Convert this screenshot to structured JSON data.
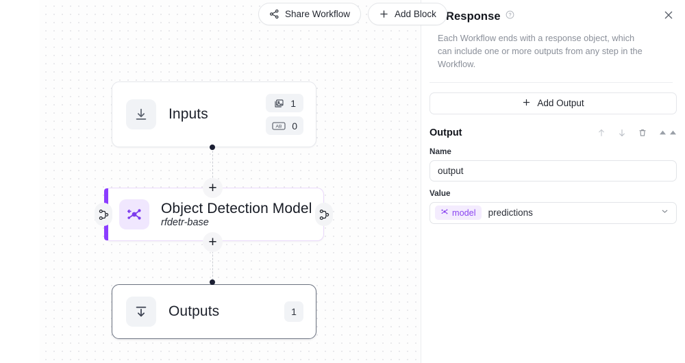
{
  "toolbar": {
    "share_workflow_label": "Share Workflow",
    "add_block_label": "Add Block"
  },
  "canvas": {
    "nodes": [
      {
        "id": "inputs",
        "title": "Inputs",
        "icon": "download-icon",
        "badges": [
          {
            "icon": "image-icon",
            "count": "1"
          },
          {
            "icon": "text-ab-icon",
            "count": "0"
          }
        ]
      },
      {
        "id": "model",
        "title": "Object Detection Model",
        "subtitle": "rfdetr-base",
        "icon": "model-graph-icon",
        "accent": "#8b3dff"
      },
      {
        "id": "outputs",
        "title": "Outputs",
        "icon": "download-to-line-icon",
        "badge_count": "1",
        "selected": true
      }
    ],
    "add_node_label": "+"
  },
  "panel": {
    "title": "Response",
    "help_icon": "question-circle-icon",
    "close_icon": "close-icon",
    "description": "Each Workflow ends with a response object, which can include one or more outputs from any step in the Workflow.",
    "add_output_label": "Add Output",
    "output": {
      "section_label": "Output",
      "actions": [
        "move-up-icon",
        "move-down-icon",
        "delete-icon"
      ],
      "name_label": "Name",
      "name_value": "output",
      "name_placeholder": "output",
      "value_label": "Value",
      "value_pill": "model",
      "value_selected": "predictions"
    }
  },
  "colors": {
    "accent_purple": "#8b3dff",
    "pill_bg": "#f4ecfe",
    "canvas_dot": "#e9e9ec",
    "node_selected_border": "#6b7280"
  }
}
